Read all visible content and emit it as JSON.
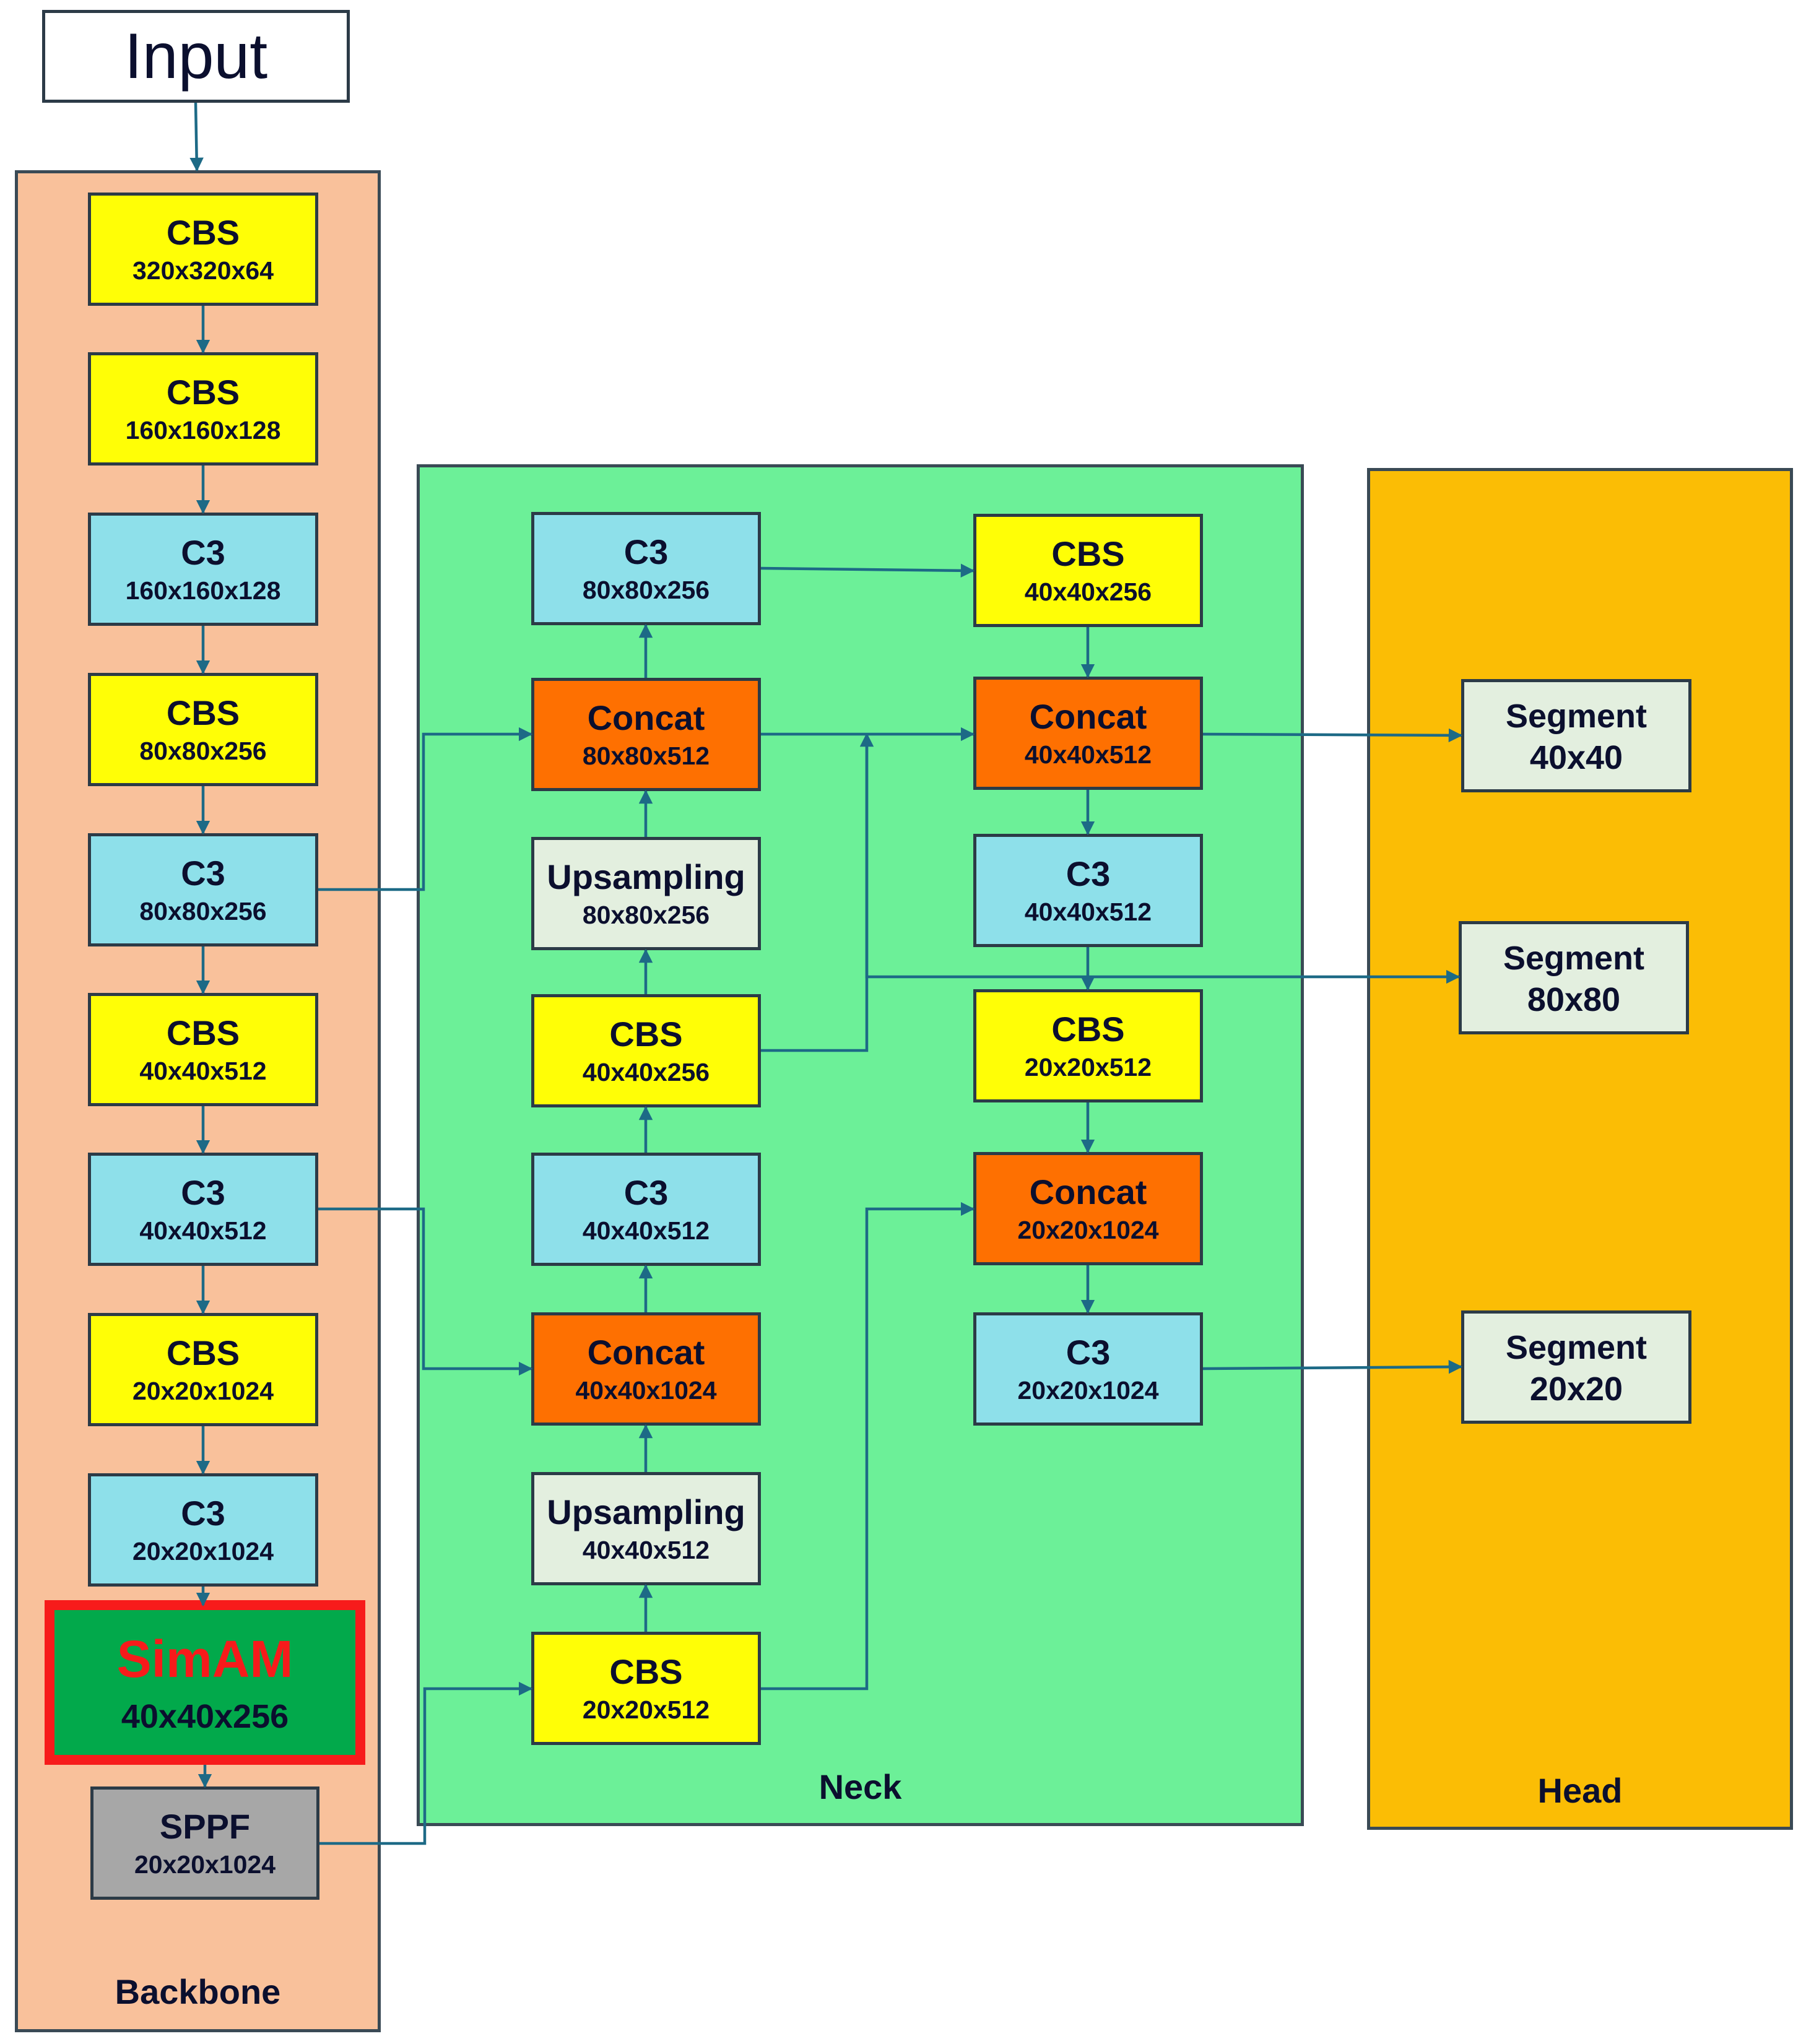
{
  "input": {
    "label": "Input"
  },
  "panels": {
    "backbone": "Backbone",
    "neck": "Neck",
    "head": "Head"
  },
  "backbone": [
    {
      "name": "CBS",
      "dim": "320x320x64"
    },
    {
      "name": "CBS",
      "dim": "160x160x128"
    },
    {
      "name": "C3",
      "dim": "160x160x128"
    },
    {
      "name": "CBS",
      "dim": "80x80x256"
    },
    {
      "name": "C3",
      "dim": "80x80x256"
    },
    {
      "name": "CBS",
      "dim": "40x40x512"
    },
    {
      "name": "C3",
      "dim": "40x40x512"
    },
    {
      "name": "CBS",
      "dim": "20x20x1024"
    },
    {
      "name": "C3",
      "dim": "20x20x1024"
    },
    {
      "name": "SimAM",
      "dim": "40x40x256"
    },
    {
      "name": "SPPF",
      "dim": "20x20x1024"
    }
  ],
  "neck_left": [
    {
      "name": "C3",
      "dim": "80x80x256"
    },
    {
      "name": "Concat",
      "dim": "80x80x512"
    },
    {
      "name": "Upsampling",
      "dim": "80x80x256"
    },
    {
      "name": "CBS",
      "dim": "40x40x256"
    },
    {
      "name": "C3",
      "dim": "40x40x512"
    },
    {
      "name": "Concat",
      "dim": "40x40x1024"
    },
    {
      "name": "Upsampling",
      "dim": "40x40x512"
    },
    {
      "name": "CBS",
      "dim": "20x20x512"
    }
  ],
  "neck_right": [
    {
      "name": "CBS",
      "dim": "40x40x256"
    },
    {
      "name": "Concat",
      "dim": "40x40x512"
    },
    {
      "name": "C3",
      "dim": "40x40x512"
    },
    {
      "name": "CBS",
      "dim": "20x20x512"
    },
    {
      "name": "Concat",
      "dim": "20x20x1024"
    },
    {
      "name": "C3",
      "dim": "20x20x1024"
    }
  ],
  "head": [
    {
      "name": "Segment",
      "dim": "40x40"
    },
    {
      "name": "Segment",
      "dim": "80x80"
    },
    {
      "name": "Segment",
      "dim": "20x20"
    }
  ],
  "colors": {
    "cbs": "#fffe06",
    "c3": "#8ee0ea",
    "concat": "#fe7001",
    "upsampling": "#e3efdf",
    "simam": "#02a94b",
    "simam_border": "#f71b1b",
    "sppf": "#a7a7a7",
    "backbone_panel": "#f9c19b",
    "neck_panel": "#6cf098",
    "head_panel": "#fbbd05",
    "arrow": "#1d6a86"
  }
}
